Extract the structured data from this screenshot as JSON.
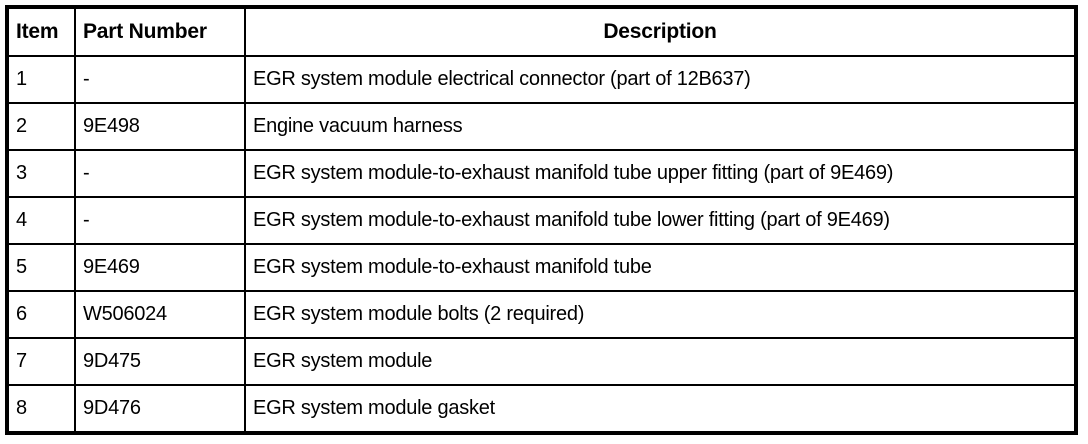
{
  "table": {
    "columns": [
      {
        "key": "item",
        "label": "Item",
        "align": "left"
      },
      {
        "key": "part_number",
        "label": "Part Number",
        "align": "left"
      },
      {
        "key": "description",
        "label": "Description",
        "align": "center"
      }
    ],
    "rows": [
      {
        "item": "1",
        "part_number": "-",
        "description": "EGR system module electrical connector (part of 12B637)"
      },
      {
        "item": "2",
        "part_number": "9E498",
        "description": "Engine vacuum harness"
      },
      {
        "item": "3",
        "part_number": "-",
        "description": "EGR system module-to-exhaust manifold tube upper fitting (part of 9E469)"
      },
      {
        "item": "4",
        "part_number": "-",
        "description": "EGR system module-to-exhaust manifold tube lower fitting (part of 9E469)"
      },
      {
        "item": "5",
        "part_number": "9E469",
        "description": "EGR system module-to-exhaust manifold tube"
      },
      {
        "item": "6",
        "part_number": "W506024",
        "description": "EGR system module bolts (2 required)"
      },
      {
        "item": "7",
        "part_number": "9D475",
        "description": "EGR system module"
      },
      {
        "item": "8",
        "part_number": "9D476",
        "description": "EGR system module gasket"
      }
    ]
  },
  "colors": {
    "background": "#ffffff",
    "border": "#000000",
    "text": "#000000"
  }
}
